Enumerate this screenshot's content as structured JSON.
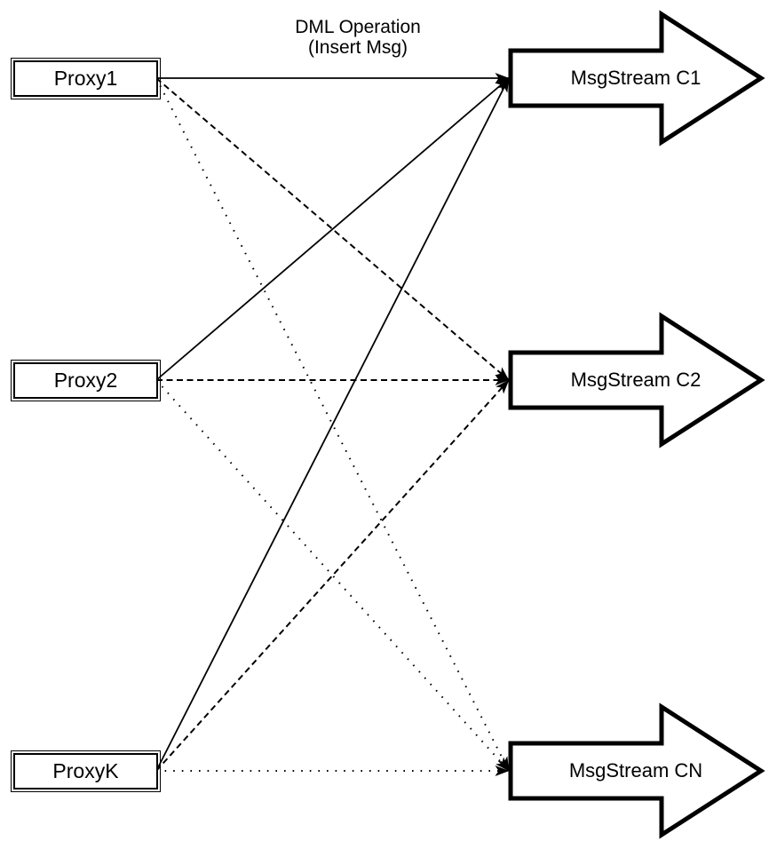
{
  "diagram": {
    "annotation": {
      "line1": "DML Operation",
      "line2": "(Insert Msg)"
    },
    "proxies": [
      {
        "id": "proxy1",
        "label": "Proxy1"
      },
      {
        "id": "proxy2",
        "label": "Proxy2"
      },
      {
        "id": "proxyk",
        "label": "ProxyK"
      }
    ],
    "streams": [
      {
        "id": "c1",
        "label": "MsgStream C1",
        "shape": "right-block-arrow"
      },
      {
        "id": "c2",
        "label": "MsgStream C2",
        "shape": "right-block-arrow"
      },
      {
        "id": "cn",
        "label": "MsgStream CN",
        "shape": "right-block-arrow"
      }
    ],
    "edges": [
      {
        "from": "proxy1",
        "to": "c1",
        "style": "solid"
      },
      {
        "from": "proxy1",
        "to": "c2",
        "style": "dashed"
      },
      {
        "from": "proxy1",
        "to": "cn",
        "style": "dotted"
      },
      {
        "from": "proxy2",
        "to": "c1",
        "style": "solid"
      },
      {
        "from": "proxy2",
        "to": "c2",
        "style": "dashed"
      },
      {
        "from": "proxy2",
        "to": "cn",
        "style": "dotted"
      },
      {
        "from": "proxyk",
        "to": "c1",
        "style": "solid"
      },
      {
        "from": "proxyk",
        "to": "c2",
        "style": "dashed"
      },
      {
        "from": "proxyk",
        "to": "cn",
        "style": "dotted"
      }
    ],
    "colors": {
      "line": "#000000",
      "background": "#ffffff"
    }
  }
}
